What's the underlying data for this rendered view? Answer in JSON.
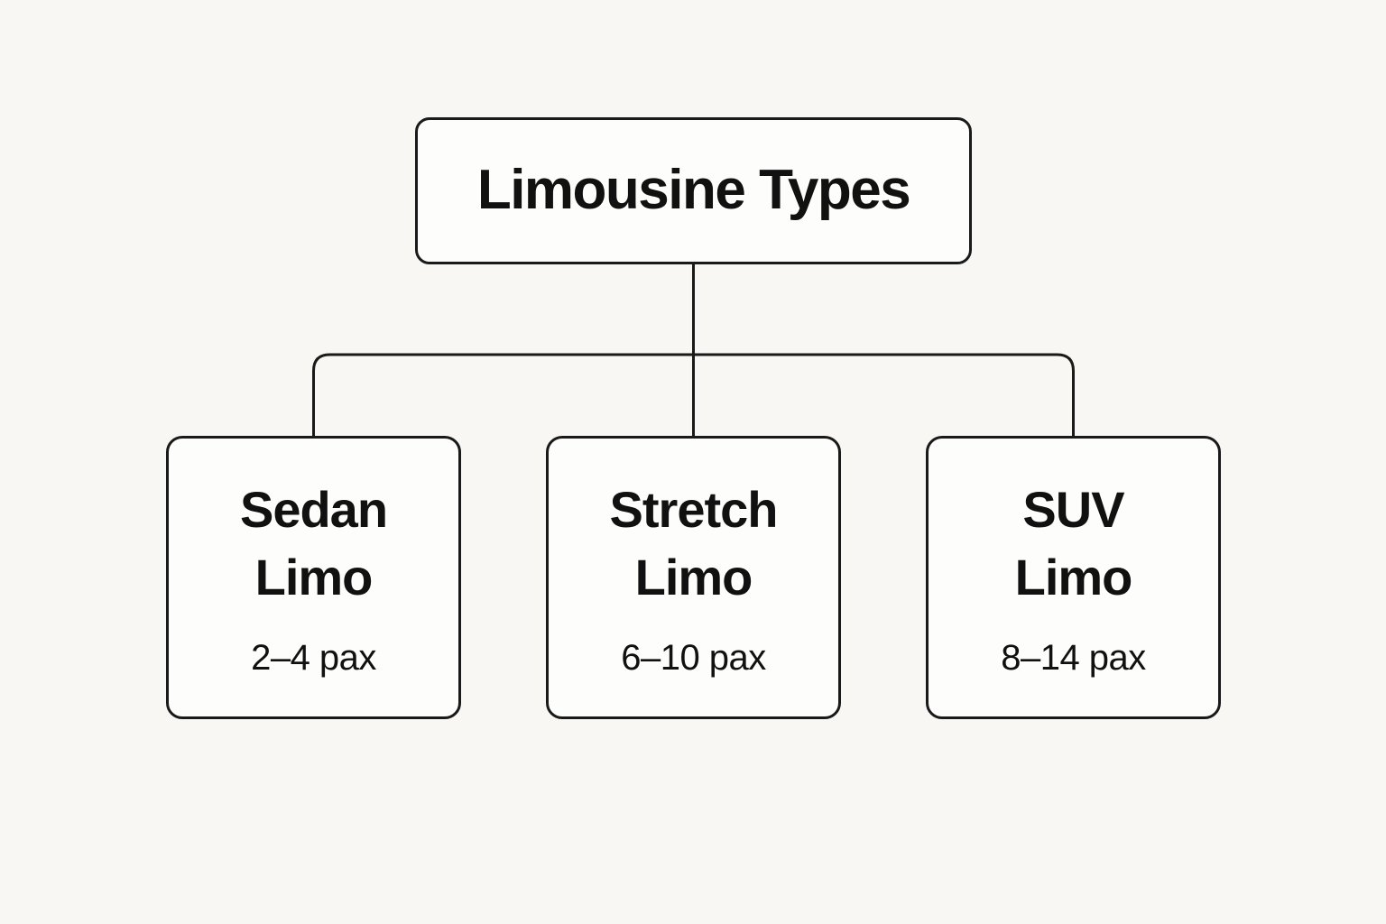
{
  "diagram": {
    "root": {
      "label": "Limousine Types"
    },
    "children": [
      {
        "id": "sedan-limo",
        "label": "Sedan\nLimo",
        "capacity": "2–4 pax"
      },
      {
        "id": "stretch-limo",
        "label": "Stretch\nLimo",
        "capacity": "6–10 pax"
      },
      {
        "id": "suv-limo",
        "label": "SUV\nLimo",
        "capacity": "8–14 pax"
      }
    ],
    "colors": {
      "background": "#f8f7f3",
      "node_fill": "#fdfdfb",
      "line": "#1a1a1a",
      "text": "#111111"
    }
  }
}
